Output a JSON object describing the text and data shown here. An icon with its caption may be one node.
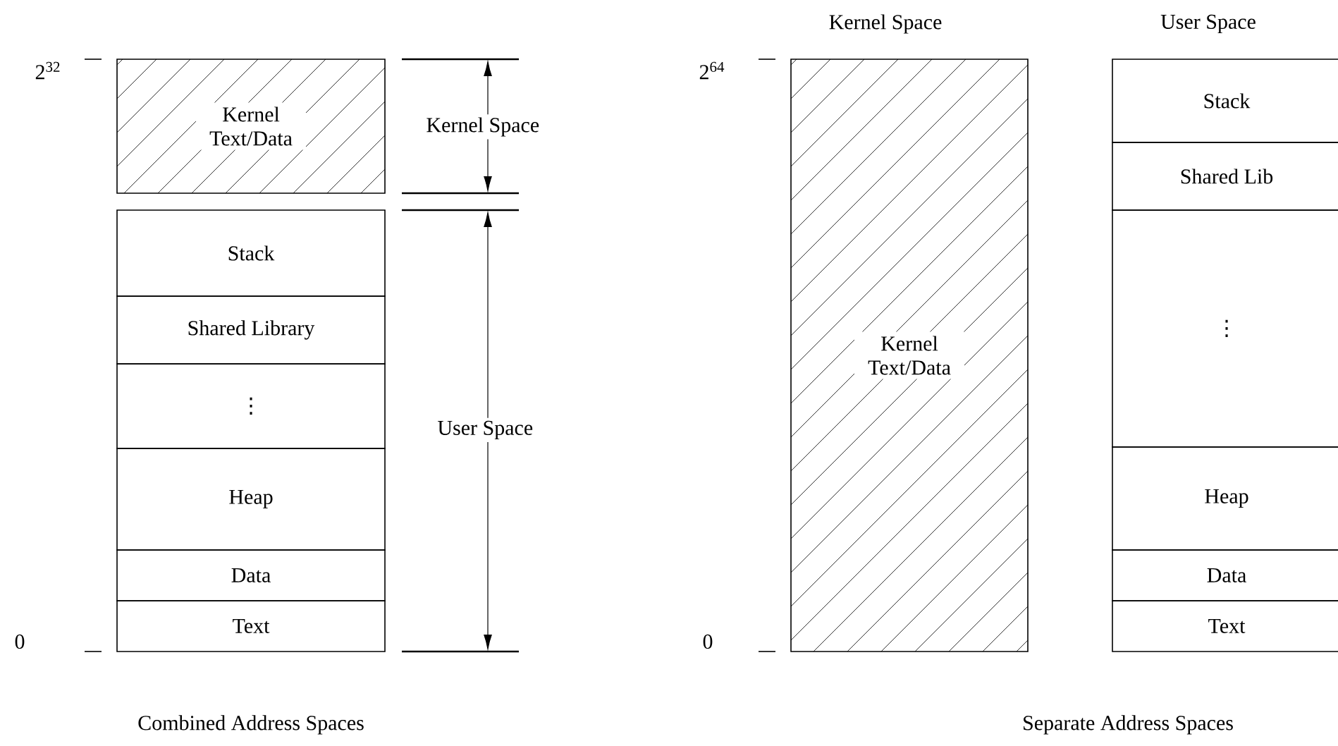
{
  "diagram": {
    "nodes": [
      {
        "text": [
          "Kernel Text/Data"
        ]
      },
      {
        "text": [
          "Stack"
        ]
      },
      {
        "text": [
          "Shared Library"
        ]
      },
      {
        "text": [
          "⋮"
        ]
      },
      {
        "text": [
          "Heap"
        ]
      },
      {
        "text": [
          "Data"
        ]
      },
      {
        "text": [
          "Text"
        ]
      },
      {
        "text": [
          "Kernel Text/Data"
        ]
      },
      {
        "text": [
          "Stack"
        ]
      },
      {
        "text": [
          "Shared Lib"
        ]
      },
      {
        "text": [
          "⋮"
        ]
      },
      {
        "text": [
          "Heap"
        ]
      },
      {
        "text": [
          "Data"
        ]
      },
      {
        "text": [
          "Text"
        ]
      }
    ],
    "edges": [],
    "labels": [
      "Kernel Space",
      "User Space",
      "2$^{32}$",
      "Kernel Space",
      "2$^{64}$",
      "User Space",
      "0",
      "0",
      "Combined Address Spaces",
      "Separate Address Spaces"
    ]
  }
}
